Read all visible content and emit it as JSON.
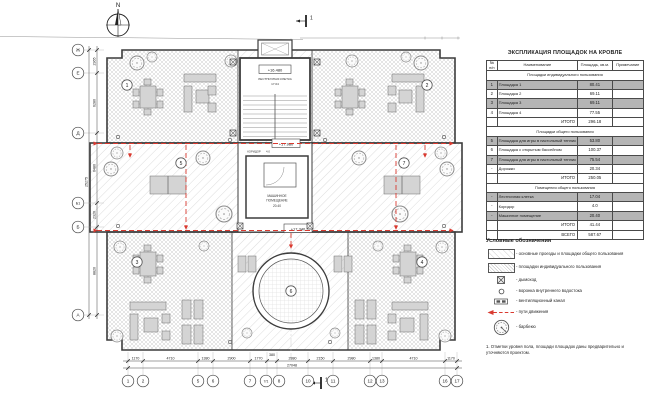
{
  "plan": {
    "north": "N",
    "section_mark": "1",
    "labels": {
      "level_top": "+16.480",
      "stair_name": "ЛЕСТНИЧНАЯ КЛЕТКА",
      "stair_area": "17.04",
      "level_mid": "+17.980",
      "corridor_name": "КОРИДОР",
      "corridor_area": "4.0",
      "machine_name_1": "МАШИННОЕ",
      "machine_name_2": "ПОМЕЩЕНИЕ",
      "machine_area": "20.40",
      "level_low": "+17.340"
    },
    "area_bubbles": [
      "1",
      "2",
      "3",
      "4",
      "5",
      "6",
      "7"
    ],
    "axes_bottom": [
      "1",
      "2",
      "5",
      "6",
      "7",
      "7/1",
      "8",
      "10",
      "11",
      "12",
      "13",
      "16",
      "17"
    ],
    "dims_bottom": [
      "1170",
      "4710",
      "1380",
      "2900",
      "1770",
      "380",
      "2880",
      "2150",
      "2980",
      "1380",
      "4710",
      "1170"
    ],
    "dim_total_bottom": "27048",
    "axes_left": [
      "Ж",
      "Е",
      "Д",
      "Б1",
      "Б",
      "А"
    ],
    "dims_left": [
      "2365",
      "6280",
      "6480",
      "2320",
      "8820"
    ],
    "dim_total_left": "25275"
  },
  "table": {
    "title": "ЭКСПЛИКАЦИЯ ПЛОЩАДОК НА КРОВЛЕ",
    "headers": {
      "num": "№ п/п",
      "name": "Наименование",
      "area": "Площадь, кв.м.",
      "note": "Примечание"
    },
    "rows": [
      {
        "type": "section",
        "name": "Площадки индивидуального пользования"
      },
      {
        "type": "data",
        "num": "1",
        "name": "Площадка 1",
        "area": "80.41"
      },
      {
        "type": "data",
        "num": "2",
        "name": "Площадка 2",
        "area": "69.11"
      },
      {
        "type": "data",
        "num": "3",
        "name": "Площадка 3",
        "area": "69.11"
      },
      {
        "type": "data",
        "num": "4",
        "name": "Площадка 4",
        "area": "77.55"
      },
      {
        "type": "total",
        "name": "ИТОГО",
        "area": "296.18"
      },
      {
        "type": "section",
        "name": "Площадки общего пользования"
      },
      {
        "type": "data",
        "num": "5",
        "name": "Площадка для игры в настольный теннис",
        "area": "53.80"
      },
      {
        "type": "data",
        "num": "6",
        "name": "Площадка с открытым бассейном",
        "area": "100.37"
      },
      {
        "type": "data",
        "num": "7",
        "name": "Площадка для игры в настольный теннис",
        "area": "75.54"
      },
      {
        "type": "data",
        "num": "-",
        "name": "Дорожки",
        "area": "20.34"
      },
      {
        "type": "total",
        "name": "ИТОГО",
        "area": "250.05"
      },
      {
        "type": "section",
        "name": "Помещения общего пользования"
      },
      {
        "type": "data",
        "num": "-",
        "name": "Лестничная клетка",
        "area": "17.04"
      },
      {
        "type": "data",
        "num": "-",
        "name": "Коридор",
        "area": "4.0"
      },
      {
        "type": "data",
        "num": "-",
        "name": "Машинное помещение",
        "area": "20.40"
      },
      {
        "type": "total",
        "name": "ИТОГО",
        "area": "41.44"
      },
      {
        "type": "total",
        "name": "ВСЕГО",
        "area": "587.67"
      }
    ]
  },
  "legend": {
    "title": "Условные обозначения",
    "items": [
      {
        "icon": "hatch-light",
        "label": "- основные проезды и площадки общего пользования"
      },
      {
        "icon": "hatch-dense",
        "label": "- площадки индивидуального пользования"
      },
      {
        "icon": "chimney",
        "label": "- дымоход"
      },
      {
        "icon": "drain",
        "label": "- воронка внутреннего водостока"
      },
      {
        "icon": "vent",
        "label": "- вентиляционный канал"
      },
      {
        "icon": "path",
        "label": "- пути движения"
      },
      {
        "icon": "tree",
        "label": "- барбекю"
      }
    ]
  },
  "note": "1. Отметки уровня пола, площади площадок даны предварительно и уточняются проектом.",
  "colors": {
    "path_red": "#d93a30",
    "shade_gray": "#b5b5b5"
  }
}
